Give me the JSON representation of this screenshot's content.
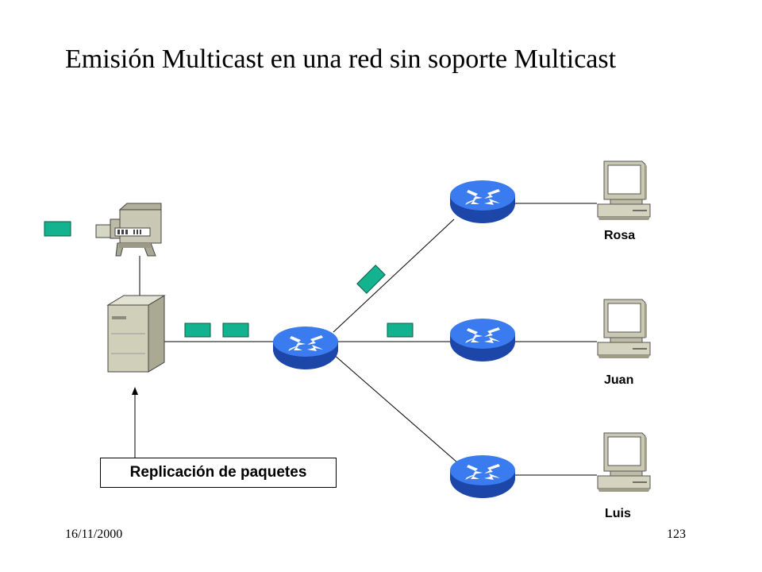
{
  "title": "Emisión Multicast en una red sin soporte Multicast",
  "callout": "Replicación de paquetes",
  "hosts": {
    "rosa": "Rosa",
    "juan": "Juan",
    "luis": "Luis"
  },
  "footer": {
    "date": "16/11/2000",
    "page": "123"
  },
  "colors": {
    "packet": "#13b38f",
    "router": "#2f6fe0",
    "router_dark": "#1c47a8",
    "device": "#d8d8c8"
  },
  "icons": [
    "video-camera-icon",
    "server-icon",
    "router-icon",
    "computer-icon",
    "packet-icon"
  ]
}
